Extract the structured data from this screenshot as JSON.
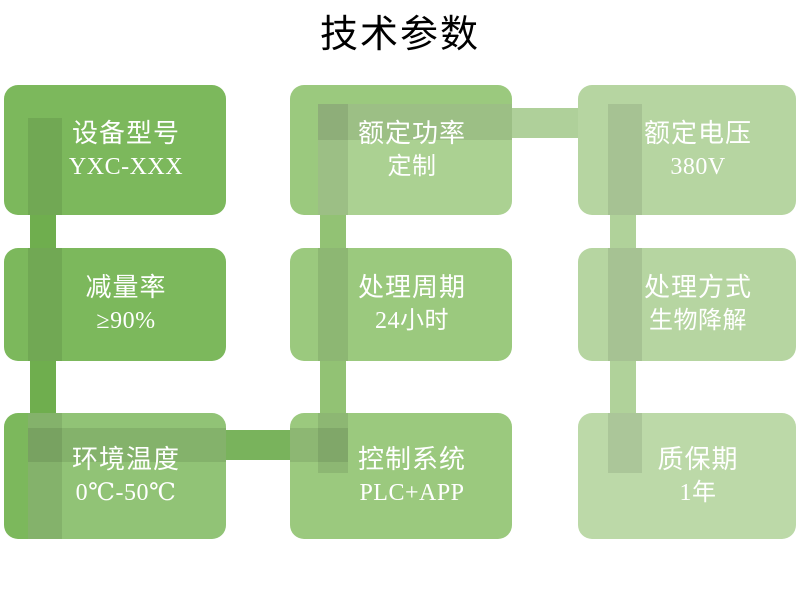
{
  "page": {
    "title": "技术参数",
    "background": "#ffffff",
    "title_color": "#000000"
  },
  "palette": {
    "column_1": "#7CB85C",
    "column_2": "#9BC97E",
    "column_3": "#B6D5A1",
    "column_3_light": "#BCD9A8",
    "connector_dark": "#7CB85C",
    "connector_mid": "#9BC97E",
    "connector_light": "#B6D5A1",
    "text": "#ffffff"
  },
  "cards": [
    {
      "id": "device-model",
      "label": "设备型号",
      "value": "YXC-XXX"
    },
    {
      "id": "rated-power",
      "label": "额定功率",
      "value": "定制"
    },
    {
      "id": "rated-voltage",
      "label": "额定电压",
      "value": "380V"
    },
    {
      "id": "reduction-rate",
      "label": "减量率",
      "value": "≥90%"
    },
    {
      "id": "processing-cycle",
      "label": "处理周期",
      "value": "24小时"
    },
    {
      "id": "processing-method",
      "label": "处理方式",
      "value": "生物降解"
    },
    {
      "id": "ambient-temperature",
      "label": "环境温度",
      "value": "0℃-50℃"
    },
    {
      "id": "control-system",
      "label": "控制系统",
      "value": "PLC+APP"
    },
    {
      "id": "warranty-period",
      "label": "质保期",
      "value": "1年"
    }
  ]
}
